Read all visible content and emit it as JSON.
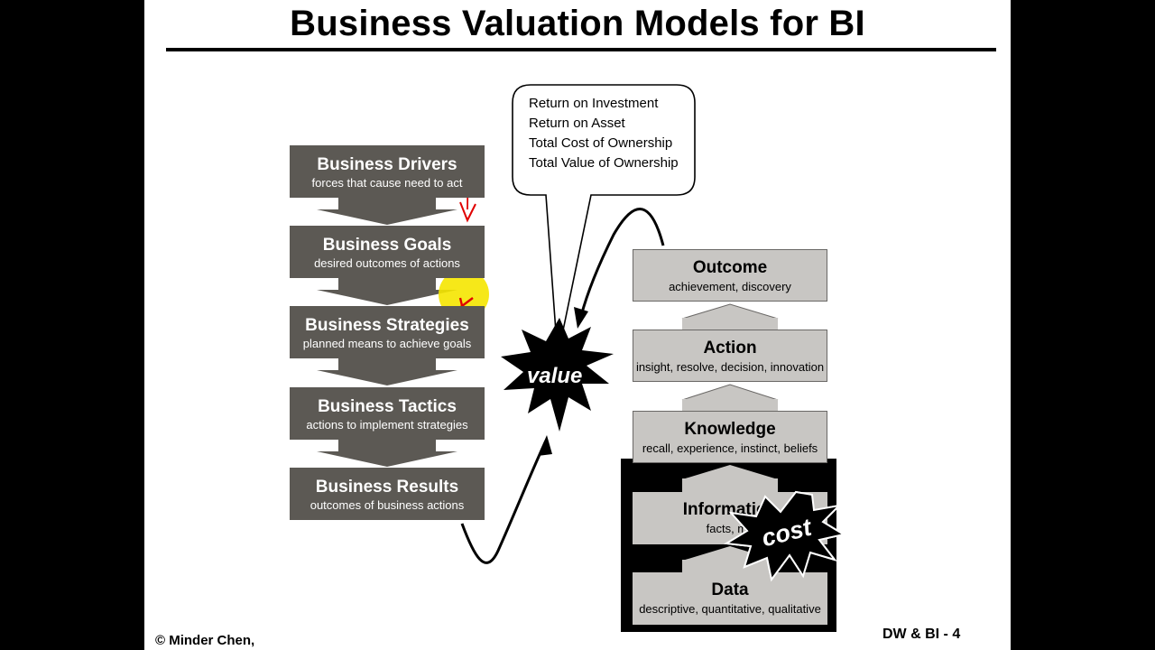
{
  "title": "Business Valuation Models for BI",
  "left_stack": [
    {
      "heading": "Business Drivers",
      "sub": "forces that cause need to act"
    },
    {
      "heading": "Business Goals",
      "sub": "desired outcomes of actions"
    },
    {
      "heading": "Business Strategies",
      "sub": "planned means to achieve goals"
    },
    {
      "heading": "Business Tactics",
      "sub": "actions to implement strategies"
    },
    {
      "heading": "Business Results",
      "sub": "outcomes of business actions"
    }
  ],
  "right_stack": [
    {
      "heading": "Outcome",
      "sub": "achievement, discovery"
    },
    {
      "heading": "Action",
      "sub": "insight, resolve, decision, innovation"
    },
    {
      "heading": "Knowledge",
      "sub": "recall, experience, instinct, beliefs"
    },
    {
      "heading": "Information",
      "sub": "facts, me"
    },
    {
      "heading": "Data",
      "sub": "descriptive, quantitative, qualitative"
    }
  ],
  "callout": {
    "lines": [
      "Return on Investment",
      "Return on Asset",
      "Total Cost of Ownership",
      "Total Value of Ownership"
    ]
  },
  "value_label": "value",
  "cost_label": "cost",
  "footer": {
    "copyright": "© Minder Chen,",
    "page": "DW & BI - 4"
  },
  "colors": {
    "dark_box": "#5c5954",
    "light_box": "#c8c6c3",
    "annotation": "#e00000",
    "highlight": "#f5e600"
  }
}
